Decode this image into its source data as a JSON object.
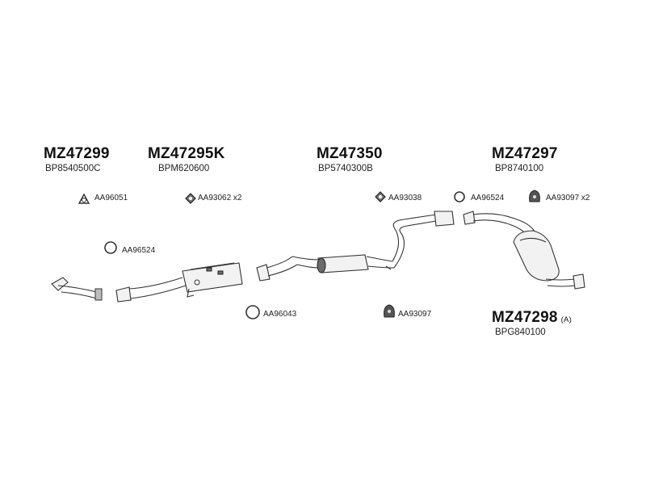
{
  "groups": [
    {
      "part_number": "MZ47299",
      "reference": "BP8540500C"
    },
    {
      "part_number": "MZ47295K",
      "reference": "BPM620600"
    },
    {
      "part_number": "MZ47350",
      "reference": "BP5740300B"
    },
    {
      "part_number": "MZ47297",
      "reference": "BP8740100"
    },
    {
      "part_number": "MZ47298",
      "suffix": "(A)",
      "reference": "BPG840100"
    }
  ],
  "accessories": [
    {
      "code": "AA96051",
      "icon": "clamp-icon"
    },
    {
      "code": "AA93062 x2",
      "icon": "hanger-icon"
    },
    {
      "code": "AA93038",
      "icon": "hanger-icon"
    },
    {
      "code": "AA96524",
      "icon": "gasket-ring-icon"
    },
    {
      "code": "AA93097 x2",
      "icon": "rubber-mount-icon"
    },
    {
      "code": "AA96524",
      "icon": "gasket-ring-icon"
    },
    {
      "code": "AA96043",
      "icon": "gasket-ring-icon"
    },
    {
      "code": "AA93097",
      "icon": "rubber-mount-icon"
    }
  ]
}
